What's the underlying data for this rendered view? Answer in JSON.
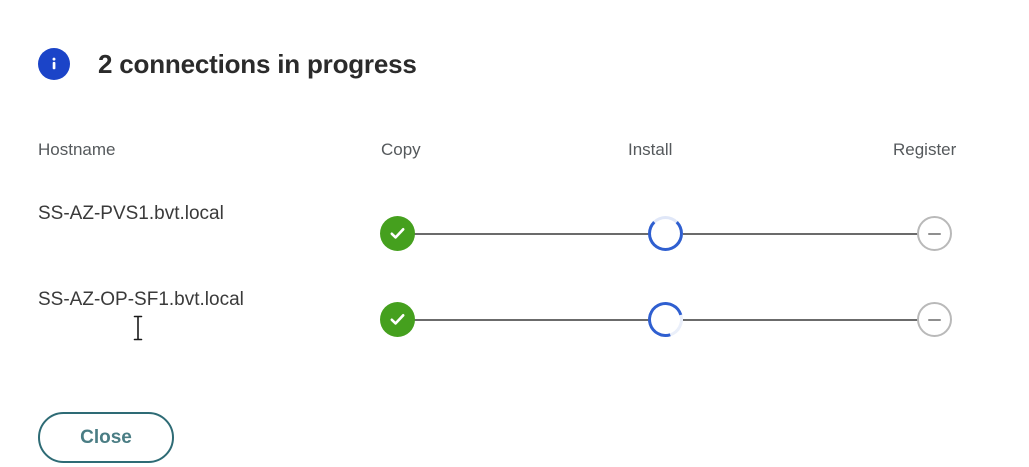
{
  "dialog": {
    "icon": "info-icon",
    "accent_color": "#1b44c8",
    "title": "2 connections in progress"
  },
  "table": {
    "headers": {
      "hostname": "Hostname",
      "copy": "Copy",
      "install": "Install",
      "register": "Register"
    },
    "rows": [
      {
        "hostname": "SS-AZ-PVS1.bvt.local",
        "steps": [
          {
            "name": "Copy",
            "state": "completed",
            "icon": "check-icon",
            "color": "#45a01e"
          },
          {
            "name": "Install",
            "state": "in-progress",
            "icon": "spinner-icon",
            "color": "#2f5fd0"
          },
          {
            "name": "Register",
            "state": "pending",
            "icon": "dash-icon",
            "color": "#b9b9b9"
          }
        ]
      },
      {
        "hostname": "SS-AZ-OP-SF1.bvt.local",
        "steps": [
          {
            "name": "Copy",
            "state": "completed",
            "icon": "check-icon",
            "color": "#45a01e"
          },
          {
            "name": "Install",
            "state": "in-progress",
            "icon": "spinner-icon",
            "color": "#2f5fd0"
          },
          {
            "name": "Register",
            "state": "pending",
            "icon": "dash-icon",
            "color": "#b9b9b9"
          }
        ]
      }
    ]
  },
  "footer": {
    "close_label": "Close",
    "close_border_color": "#2e6b75",
    "close_text_color": "#4a7d84"
  },
  "cursor": {
    "type": "text-ibeam-cursor"
  }
}
